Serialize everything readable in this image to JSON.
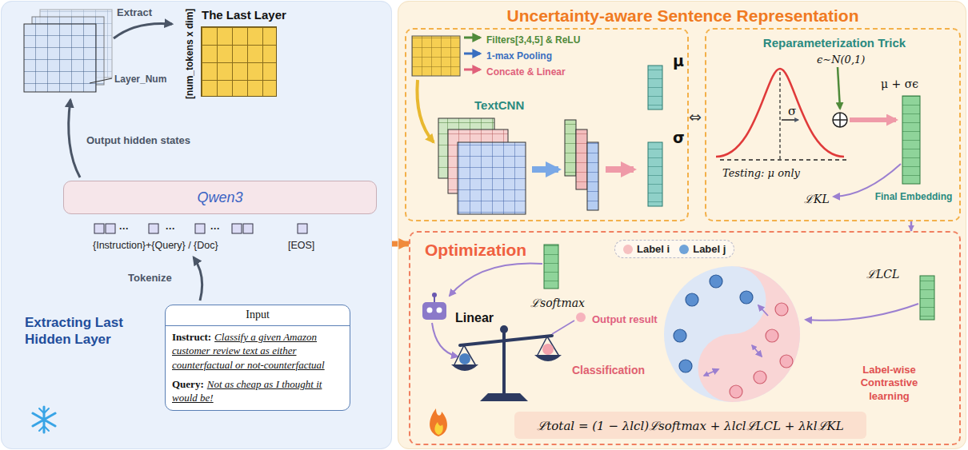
{
  "diagram": {
    "nodes": [
      {
        "text": [
          "Extracting Last Hidden Layer"
        ]
      },
      {
        "text": [
          "Qwen3"
        ],
        "in": 0
      },
      {
        "text": [
          "Input",
          "Instruct:",
          "Classify a given Amazon customer review text as either counterfactual or not-counterfactual",
          "Query:",
          "Not as cheap as I thought it would be!"
        ],
        "in": 0
      },
      {
        "text": [
          "The Last Layer",
          "[num_tokens x dim]"
        ],
        "in": 0
      },
      {
        "text": [
          "Uncertainty-aware Sentence Representation"
        ]
      },
      {
        "text": [
          "Filters[3,4,5] & ReLU",
          "1-max Pooling",
          "Concate & Linear",
          "TextCNN",
          "μ",
          "σ"
        ],
        "in": 4
      },
      {
        "text": [
          "Reparameterization Trick",
          "ϵ∼N(0,1)",
          "σ",
          "μ + σϵ",
          "Testing: μ only",
          "Final Embedding",
          "ℒKL"
        ],
        "in": 4
      },
      {
        "text": [
          "Optimization",
          "Linear",
          "ℒsoftmax",
          "Output result",
          "Classification",
          "Label-wise Contrastive learning",
          "ℒLCL"
        ],
        "in": 4
      },
      {
        "text": [
          "ℒtotal = (1 − λlcl)ℒsoftmax + λlclℒLCL + λklℒKL"
        ],
        "in": 7
      }
    ],
    "edges": [
      {
        "from": 0,
        "to": 7,
        "arrow": "to"
      },
      {
        "from": 6,
        "to": 7,
        "arrow": "to"
      }
    ],
    "labels": [
      "Extract",
      "Layer_Num",
      "Output hidden states",
      "···",
      "···",
      "···",
      "{Instruction}+{Query} / {Doc}",
      "[EOS]",
      "Tokenize",
      "⇔"
    ],
    "legend": [
      {
        "text": "Label i",
        "color": "#f6c1c1"
      },
      {
        "text": "Label j",
        "color": "#6fa3d8"
      }
    ]
  }
}
